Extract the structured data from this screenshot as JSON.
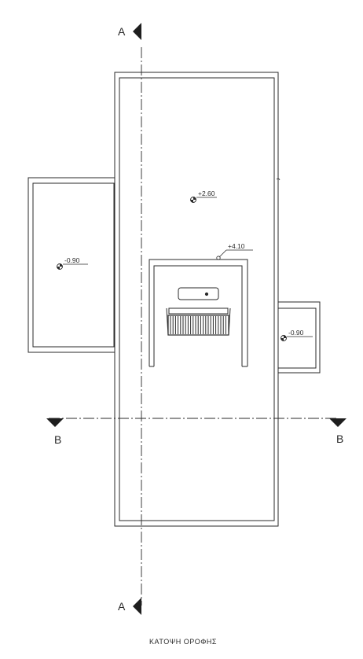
{
  "drawing": {
    "title": "ΚΑΤΟΨΗ ΟΡΟΦΗΣ"
  },
  "section_markers": {
    "a_top": "A",
    "a_bottom": "A",
    "b_left": "B",
    "b_right": "B"
  },
  "levels": {
    "main_roof": "+2.60",
    "raised_roof": "+4.10",
    "left_annex": "-0.90",
    "right_annex": "-0.90"
  },
  "colors": {
    "line": "#2a2a2a",
    "background": "#ffffff"
  }
}
